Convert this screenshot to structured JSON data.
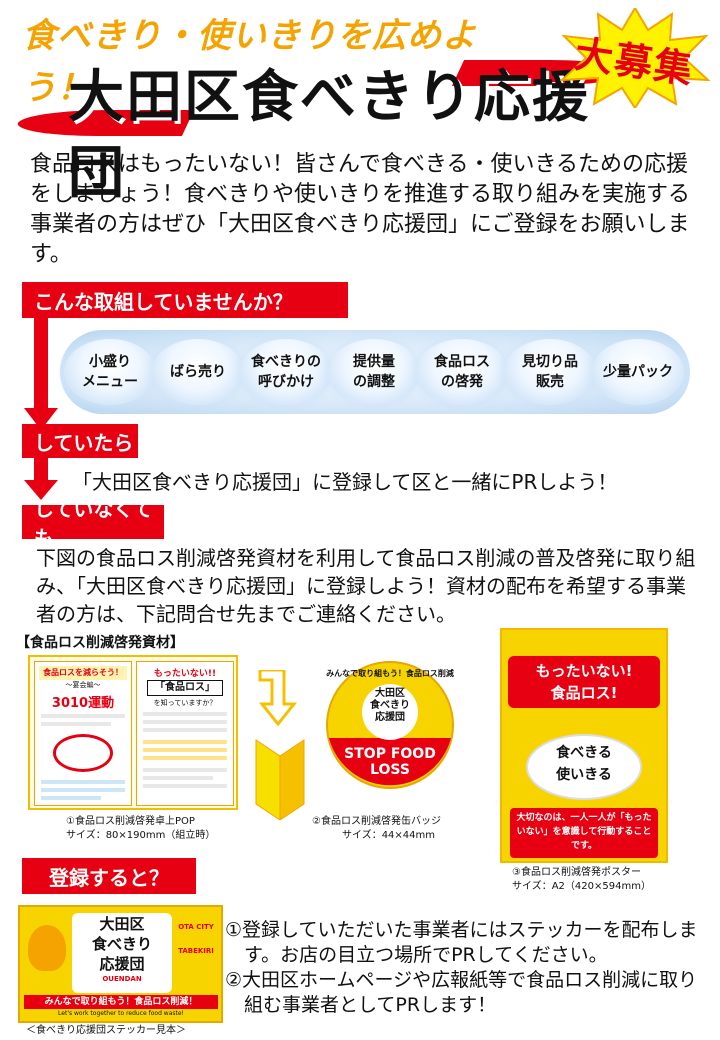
{
  "header": {
    "subtitle": "食べきり・使いきりを広めよう！",
    "title": "大田区食べきり応援団",
    "badge": "大募集"
  },
  "intro": "食品ロスはもったいない！皆さんで食べきる・使いきるための応援をしましょう！食べきりや使いきりを推進する取り組みを実施する事業者の方はぜひ「大田区食べきり応援団」にご登録をお願いします。",
  "question_banner": "こんな取組していませんか？",
  "initiatives": [
    {
      "label": "小盛り\nメニュー"
    },
    {
      "label": "ばら売り"
    },
    {
      "label": "食べきりの\n呼びかけ"
    },
    {
      "label": "提供量\nの調整"
    },
    {
      "label": "食品ロス\nの啓発"
    },
    {
      "label": "見切り品\n販売"
    },
    {
      "label": "少量パック"
    }
  ],
  "doing": {
    "banner": "していたら",
    "text": "「大田区食べきり応援団」に登録して区と一緒にPRしよう！"
  },
  "not_doing": {
    "banner": "していなくても",
    "text": "下図の食品ロス削減啓発資材を利用して食品ロス削減の普及啓発に取り組み、「大田区食べきり応援団」に登録しよう！資材の配布を希望する事業者の方は、下記問合せ先までご連絡ください。"
  },
  "materials": {
    "label": "【食品ロス削減啓発資材】",
    "pop": {
      "caption1": "①食品ロス削減啓発卓上POP",
      "caption2": "サイズ：80×190mm（組立時）",
      "left_title": "食品ロスを減らそう！",
      "left_sub": "〜宴会編〜",
      "left_campaign": "3010運動",
      "right_title": "もったいない!!",
      "right_sub": "「食品ロス」",
      "right_desc": "を知っていますか？"
    },
    "badge": {
      "caption1": "②食品ロス削減啓発缶バッジ",
      "caption2": "サイズ：44×44mm",
      "top_text": "みんなで取り組もう！食品ロス削減",
      "center_text": "大田区\n食べきり\n応援団",
      "bottom_line1": "STOP FOOD",
      "bottom_line2": "LOSS"
    },
    "poster": {
      "caption1": "③食品ロス削減啓発ポスター",
      "caption2": "サイズ：A2（420×594mm）",
      "headline1": "もったいない!",
      "headline2": "食品ロス!",
      "plate_line1": "食べきる",
      "plate_line2": "使いきる",
      "message": "大切なのは、一人一人が「もったいない」を意識して行動することです。"
    }
  },
  "register": {
    "banner": "登録すると？",
    "sticker_caption": "＜食べきり応援団ステッカー見本＞",
    "sticker_line1": "大田区",
    "sticker_line2": "食べきり",
    "sticker_line3": "応援団",
    "sticker_city": "OTA CITY",
    "sticker_tabekiri": "TABEKIRI",
    "sticker_ouendan": "OUENDAN",
    "sticker_slogan": "みんなで取り組もう！食品ロス削減！",
    "sticker_slogan_en": "Let's work together to reduce food waste!",
    "benefits": [
      "①登録していただいた事業者にはステッカーを配布します。お店の目立つ場所でPRしてください。",
      "②大田区ホームページや広報紙等で食品ロス削減に取り組む事業者としてPRします！"
    ]
  },
  "colors": {
    "accent_red": "#e60012",
    "accent_orange": "#f4a300",
    "accent_yellow": "#f7d300",
    "pill_blue": "#bcd8f4"
  }
}
